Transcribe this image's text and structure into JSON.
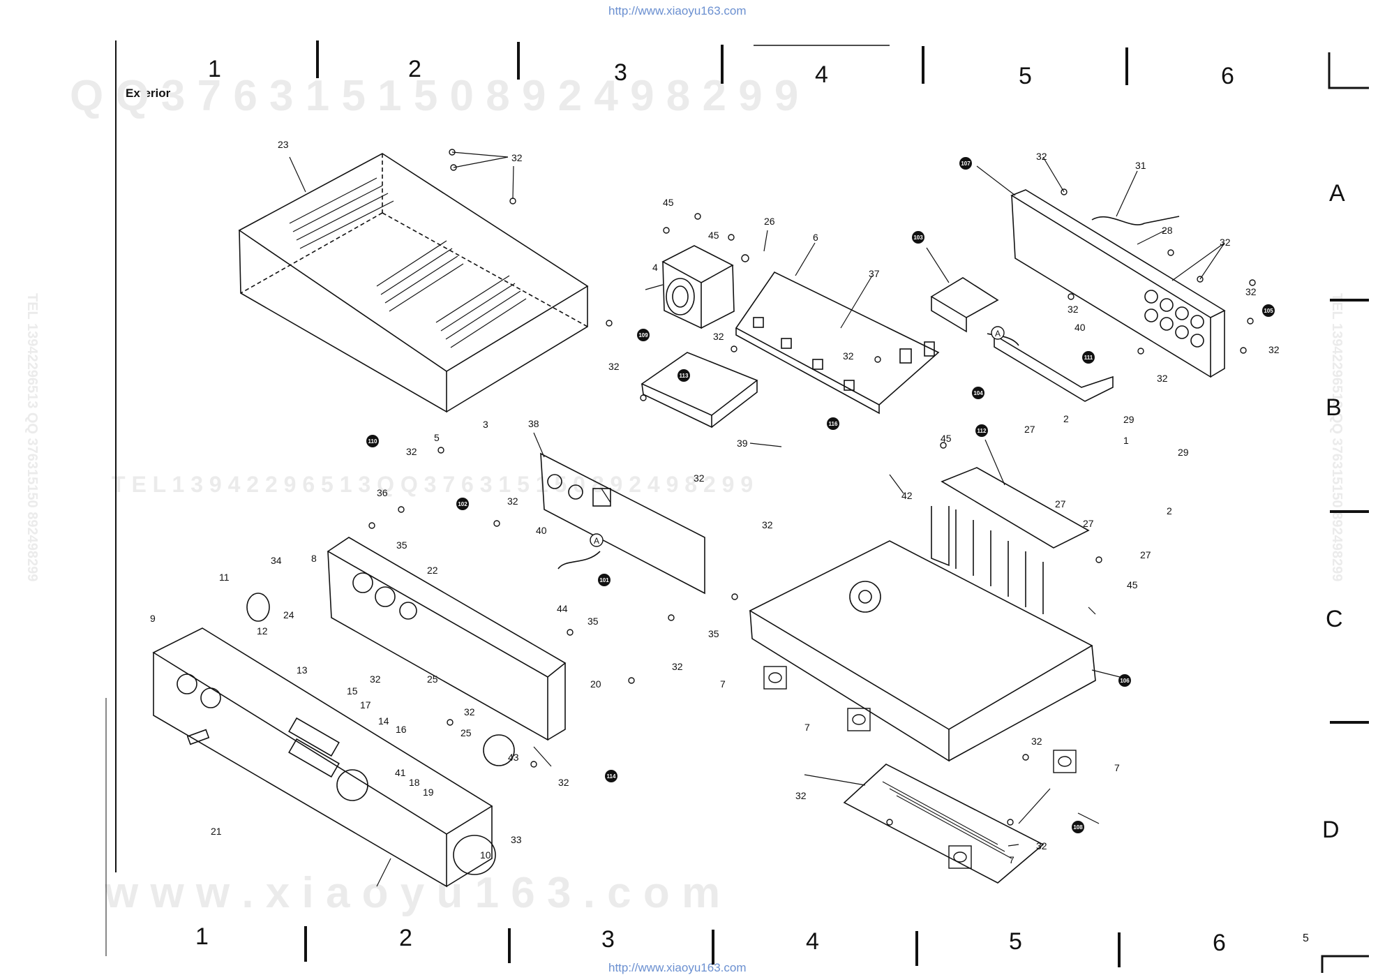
{
  "header_url": "http://www.xiaoyu163.com",
  "footer_url": "http://www.xiaoyu163.com",
  "section_title": "Exterior",
  "page_number": "5",
  "column_labels": [
    "1",
    "2",
    "3",
    "4",
    "5",
    "6"
  ],
  "row_labels": [
    "A",
    "B",
    "C",
    "D"
  ],
  "watermarks": {
    "top": "Q Q   3 7 6 3 1 5 1 5 0       8 9 2 4 9 8 2 9 9",
    "middle": "T E L   1 3 9 4 2 2 9 6 5 1 3     Q Q   3 7 6 3 1 5 1 5 0     8 9 2 4 9 8 2 9 9",
    "bottom": "w w w . x i a o y u 1 6 3 . c o m",
    "side_left": "TEL 13942296513  QQ 376315150  892498299",
    "side_right": "TEL 13942296513  QQ 376315150  892498299"
  },
  "callouts": [
    {
      "id": "c23",
      "label": "23"
    },
    {
      "id": "c32a",
      "label": "32"
    },
    {
      "id": "c45a",
      "label": "45"
    },
    {
      "id": "c45b",
      "label": "45"
    },
    {
      "id": "c26",
      "label": "26"
    },
    {
      "id": "c4",
      "label": "4"
    },
    {
      "id": "c6",
      "label": "6"
    },
    {
      "id": "c37",
      "label": "37"
    },
    {
      "id": "c32b",
      "label": "32"
    },
    {
      "id": "c32c",
      "label": "32"
    },
    {
      "id": "c32d",
      "label": "32"
    },
    {
      "id": "c32e",
      "label": "32"
    },
    {
      "id": "c31",
      "label": "31"
    },
    {
      "id": "c28",
      "label": "28"
    },
    {
      "id": "c32f",
      "label": "32"
    },
    {
      "id": "c32g",
      "label": "32"
    },
    {
      "id": "c32h",
      "label": "32"
    },
    {
      "id": "c32i",
      "label": "32"
    },
    {
      "id": "c32j",
      "label": "32"
    },
    {
      "id": "c40a",
      "label": "40"
    },
    {
      "id": "c3",
      "label": "3"
    },
    {
      "id": "c5",
      "label": "5"
    },
    {
      "id": "c32k",
      "label": "32"
    },
    {
      "id": "c36",
      "label": "36"
    },
    {
      "id": "c38",
      "label": "38"
    },
    {
      "id": "c39",
      "label": "39"
    },
    {
      "id": "c42",
      "label": "42"
    },
    {
      "id": "c45c",
      "label": "45"
    },
    {
      "id": "c27a",
      "label": "27"
    },
    {
      "id": "c2a",
      "label": "2"
    },
    {
      "id": "c29a",
      "label": "29"
    },
    {
      "id": "c1",
      "label": "1"
    },
    {
      "id": "c29b",
      "label": "29"
    },
    {
      "id": "c27b",
      "label": "27"
    },
    {
      "id": "c27c",
      "label": "27"
    },
    {
      "id": "c2b",
      "label": "2"
    },
    {
      "id": "c27d",
      "label": "27"
    },
    {
      "id": "c45d",
      "label": "45"
    },
    {
      "id": "c32l",
      "label": "32"
    },
    {
      "id": "c32m",
      "label": "32"
    },
    {
      "id": "c32n",
      "label": "32"
    },
    {
      "id": "c35a",
      "label": "35"
    },
    {
      "id": "c8",
      "label": "8"
    },
    {
      "id": "c22",
      "label": "22"
    },
    {
      "id": "c34",
      "label": "34"
    },
    {
      "id": "c11",
      "label": "11"
    },
    {
      "id": "c24",
      "label": "24"
    },
    {
      "id": "c12",
      "label": "12"
    },
    {
      "id": "c9",
      "label": "9"
    },
    {
      "id": "c40b",
      "label": "40"
    },
    {
      "id": "c44",
      "label": "44"
    },
    {
      "id": "c35b",
      "label": "35"
    },
    {
      "id": "c20",
      "label": "20"
    },
    {
      "id": "c32o",
      "label": "32"
    },
    {
      "id": "c35c",
      "label": "35"
    },
    {
      "id": "c7a",
      "label": "7"
    },
    {
      "id": "c7b",
      "label": "7"
    },
    {
      "id": "c13",
      "label": "13"
    },
    {
      "id": "c15",
      "label": "15"
    },
    {
      "id": "c32p",
      "label": "32"
    },
    {
      "id": "c25a",
      "label": "25"
    },
    {
      "id": "c17",
      "label": "17"
    },
    {
      "id": "c14",
      "label": "14"
    },
    {
      "id": "c16",
      "label": "16"
    },
    {
      "id": "c32q",
      "label": "32"
    },
    {
      "id": "c25b",
      "label": "25"
    },
    {
      "id": "c41",
      "label": "41"
    },
    {
      "id": "c18",
      "label": "18"
    },
    {
      "id": "c19",
      "label": "19"
    },
    {
      "id": "c43",
      "label": "43"
    },
    {
      "id": "c32r",
      "label": "32"
    },
    {
      "id": "c21",
      "label": "21"
    },
    {
      "id": "c10",
      "label": "10"
    },
    {
      "id": "c33",
      "label": "33"
    },
    {
      "id": "c32s",
      "label": "32"
    },
    {
      "id": "c32t",
      "label": "32"
    },
    {
      "id": "c7c",
      "label": "7"
    },
    {
      "id": "c32u",
      "label": "32"
    },
    {
      "id": "c7d",
      "label": "7"
    }
  ],
  "ref_callouts": [
    {
      "id": "r107",
      "label": "107"
    },
    {
      "id": "r103",
      "label": "103"
    },
    {
      "id": "r109",
      "label": "109"
    },
    {
      "id": "r113",
      "label": "113"
    },
    {
      "id": "r105",
      "label": "105"
    },
    {
      "id": "r111",
      "label": "111"
    },
    {
      "id": "r104",
      "label": "104"
    },
    {
      "id": "r116",
      "label": "116"
    },
    {
      "id": "r110",
      "label": "110"
    },
    {
      "id": "r112",
      "label": "112"
    },
    {
      "id": "r102",
      "label": "102"
    },
    {
      "id": "r101",
      "label": "101"
    },
    {
      "id": "r106",
      "label": "106"
    },
    {
      "id": "r114",
      "label": "114"
    },
    {
      "id": "r108",
      "label": "108"
    }
  ],
  "connector_markers": [
    {
      "id": "mA1",
      "label": "A"
    },
    {
      "id": "mA2",
      "label": "A"
    }
  ],
  "colors": {
    "ink": "#111111",
    "watermark": "#ebebeb",
    "url": "#6a8fd0"
  }
}
